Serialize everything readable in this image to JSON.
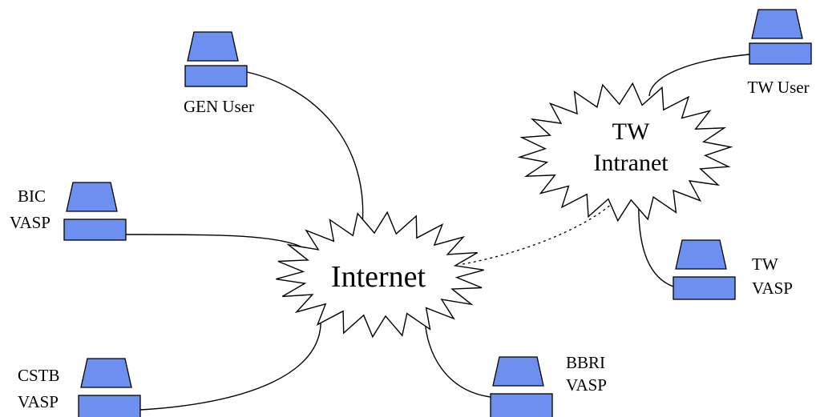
{
  "colors": {
    "computer_fill": "#6c8ff0",
    "background": "#ffffff",
    "stroke": "#000000"
  },
  "clouds": {
    "internet": {
      "label": "Internet"
    },
    "tw_intranet": {
      "label_line1": "TW",
      "label_line2": "Intranet"
    }
  },
  "nodes": {
    "gen_user": {
      "icon": "computer-icon",
      "label": "GEN User"
    },
    "tw_user": {
      "icon": "computer-icon",
      "label": "TW User"
    },
    "bic_vasp": {
      "icon": "computer-icon",
      "label_line1": "BIC",
      "label_line2": "VASP"
    },
    "tw_vasp": {
      "icon": "computer-icon",
      "label_line1": "TW",
      "label_line2": "VASP"
    },
    "cstb_vasp": {
      "icon": "computer-icon",
      "label_line1": "CSTB",
      "label_line2": "VASP"
    },
    "bbri_vasp": {
      "icon": "computer-icon",
      "label_line1": "BBRI",
      "label_line2": "VASP"
    }
  },
  "connections": [
    {
      "from": "gen_user",
      "to": "internet",
      "style": "solid"
    },
    {
      "from": "bic_vasp",
      "to": "internet",
      "style": "solid"
    },
    {
      "from": "cstb_vasp",
      "to": "internet",
      "style": "solid"
    },
    {
      "from": "bbri_vasp",
      "to": "internet",
      "style": "solid"
    },
    {
      "from": "internet",
      "to": "tw_intranet",
      "style": "dotted"
    },
    {
      "from": "tw_user",
      "to": "tw_intranet",
      "style": "solid"
    },
    {
      "from": "tw_vasp",
      "to": "tw_intranet",
      "style": "solid"
    }
  ]
}
